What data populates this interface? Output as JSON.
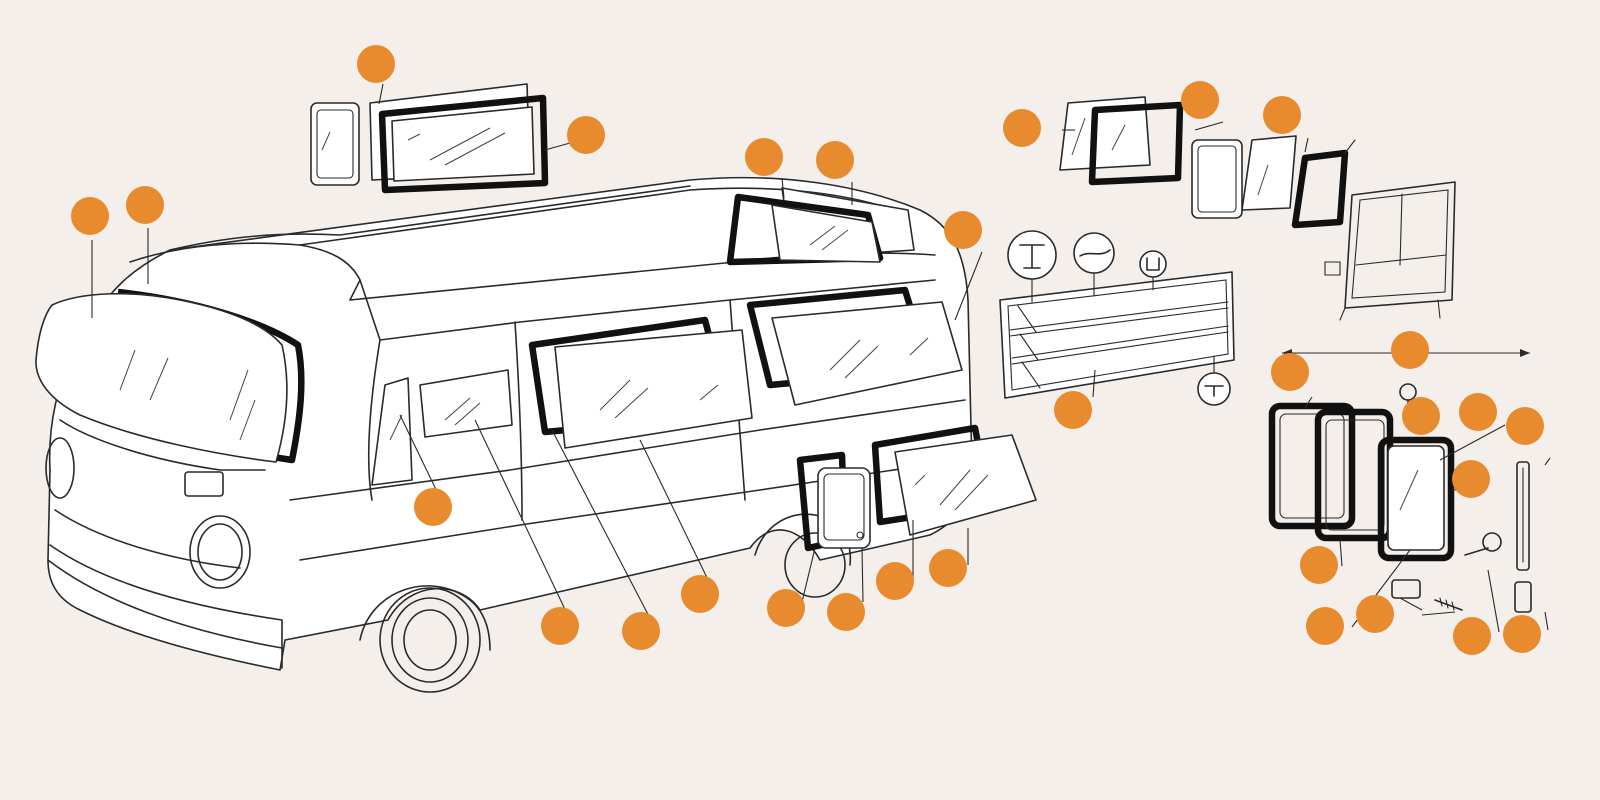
{
  "accent_color": "#e88a2e",
  "background_color": "#f4efea",
  "hotspots": [
    {
      "name": "hotspot-vent-window-top"
    },
    {
      "name": "hotspot-top-seal"
    },
    {
      "name": "hotspot-windshield"
    },
    {
      "name": "hotspot-windshield-seal"
    },
    {
      "name": "hotspot-rear-seal-left"
    },
    {
      "name": "hotspot-rear-glass"
    },
    {
      "name": "hotspot-rear-side-window"
    },
    {
      "name": "hotspot-front-vent-wing"
    },
    {
      "name": "hotspot-cab-door-glass"
    },
    {
      "name": "hotspot-side-window-seal"
    },
    {
      "name": "hotspot-side-window-glass"
    },
    {
      "name": "hotspot-small-window-frame"
    },
    {
      "name": "hotspot-small-window-glass"
    },
    {
      "name": "hotspot-tailgate-seal"
    },
    {
      "name": "hotspot-tailgate-glass"
    },
    {
      "name": "hotspot-popout-frame"
    },
    {
      "name": "hotspot-popout-seal"
    },
    {
      "name": "hotspot-popout-glass"
    },
    {
      "name": "hotspot-louver-window"
    },
    {
      "name": "hotspot-popout-width"
    },
    {
      "name": "hotspot-popout-inner-seal"
    },
    {
      "name": "hotspot-popout-fastener"
    },
    {
      "name": "hotspot-popout-outer-seal"
    },
    {
      "name": "hotspot-popout-pane"
    },
    {
      "name": "hotspot-popout-rail"
    },
    {
      "name": "hotspot-popout-lower-seal"
    },
    {
      "name": "hotspot-popout-assembly"
    },
    {
      "name": "hotspot-popout-clip"
    },
    {
      "name": "hotspot-popout-latch"
    },
    {
      "name": "hotspot-popout-channel"
    }
  ]
}
